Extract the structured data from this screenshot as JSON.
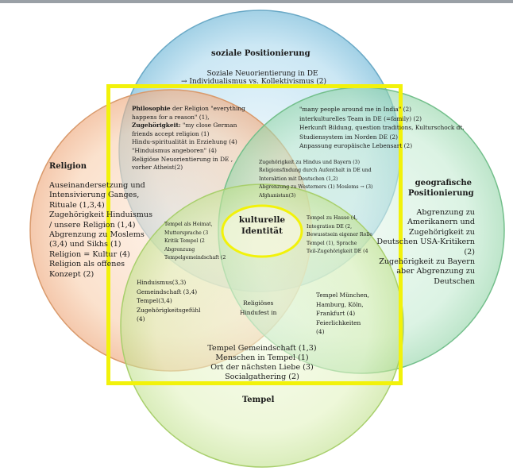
{
  "colors": {
    "soziale": "#a9d6ea",
    "religion": "#f6c7a5",
    "geografische": "#b9e6c4",
    "tempel": "#dcefb4",
    "selection_frame": "#f2f20a",
    "identity_ellipse": "#f2f20a"
  },
  "circles": {
    "soziale": {
      "title": "soziale Positionierung",
      "lines": [
        "Soziale Neuorientierung in DE",
        "→ Individualismus vs. Kollektivismus (2)"
      ]
    },
    "religion": {
      "title": "Religion",
      "lines": [
        "Auseinandersetzung und",
        "Intensivierung Ganges,",
        "Rituale (1,3,4)",
        "Zugehörigkeit Hinduismus",
        "/ unsere Religion (1,4)",
        "Abgrenzung zu Moslems",
        "(3,4) und Sikhs (1)",
        "Religion = Kultur (4)",
        "Religion als offenes",
        "Konzept (2)"
      ]
    },
    "geografische": {
      "title_line1": "geografische",
      "title_line2": "Positionierung",
      "lines": [
        "Abgrenzung zu",
        "Amerikanern und",
        "Zugehörigkeit zu",
        "Deutschen USA-Kritikern",
        "(2)",
        "Zugehörigkeit zu Bayern",
        "aber Abgrenzung zu",
        "Deutschen"
      ]
    },
    "tempel": {
      "title": "Tempel",
      "lines": [
        "Tempel Gemeindschaft (1,3)",
        "Menschen in Tempel (1)",
        "Ort der nächsten Liebe (3)",
        "Socialgathering (2)"
      ]
    }
  },
  "center": {
    "line1": "kulturelle",
    "line2": "Identität"
  },
  "overlaps": {
    "soziale_religion": [
      {
        "bold": "Philosophie",
        "rest": " der Religion \"everything"
      },
      {
        "bold": "",
        "rest": "happens for a reason\" (1),"
      },
      {
        "bold": "Zugehörigkeit:",
        "rest": " \"my close German"
      },
      {
        "bold": "",
        "rest": "friends accept religion (1)"
      },
      {
        "bold": "",
        "rest": "Hindu-spiritualität in Erziehung (4)"
      },
      {
        "bold": "",
        "rest": "\"Hinduismus angeboren\" (4)"
      },
      {
        "bold": "",
        "rest": "Religiöse Neuorientierung in DE ,"
      },
      {
        "bold": "",
        "rest": "vorher Atheist(2)"
      }
    ],
    "soziale_geografische": [
      "\"many people around me in India\" (2)",
      "interkulturelles Team in DE (=family) (2)",
      "Herkunft Bildung, question traditions, Kulturschock dt.",
      "Studiensystem im Norden DE (2)",
      "Anpassung europäische Lebensart (2)"
    ],
    "soziale_religion_geografische": [
      "Zugehörigkeit zu Hindus und Bayern (3)",
      "Religionsfindung durch Aufenthalt in DE und",
      "Interaktion mit Deutschen (1,2)",
      "Abgrenzung zu Westerners (1) Moslems → (3)",
      "Afghanistan(3)"
    ],
    "religion_soziale_tempel": [
      "Tempel als Heimat,",
      "Muttersprache (3",
      "Kritik Tempel (2",
      "Abgrenzung",
      "Tempelgemeindschaft (2"
    ],
    "soziale_geografische_tempel": [
      "Tempel zu Hause (4,",
      "Integration DE (2,",
      "Bewusstsein eigener Rolle",
      "Tempel (1), Sprache",
      "Teil-Zugehörigkeit DE (4"
    ],
    "religion_tempel": [
      "Hinduismus(3,3)",
      "Gemeindschaft (3,4)",
      "Tempel(3,4)",
      "Zugehörigkeitsgefühl",
      "(4)"
    ],
    "religion_geografische_tempel": [
      "Religiöses",
      "Hindufest in"
    ],
    "geografische_tempel": [
      "Tempel München,",
      "Hamburg, Köln,",
      "Frankfurt (4)",
      "Feierlichkeiten",
      "(4)"
    ]
  }
}
